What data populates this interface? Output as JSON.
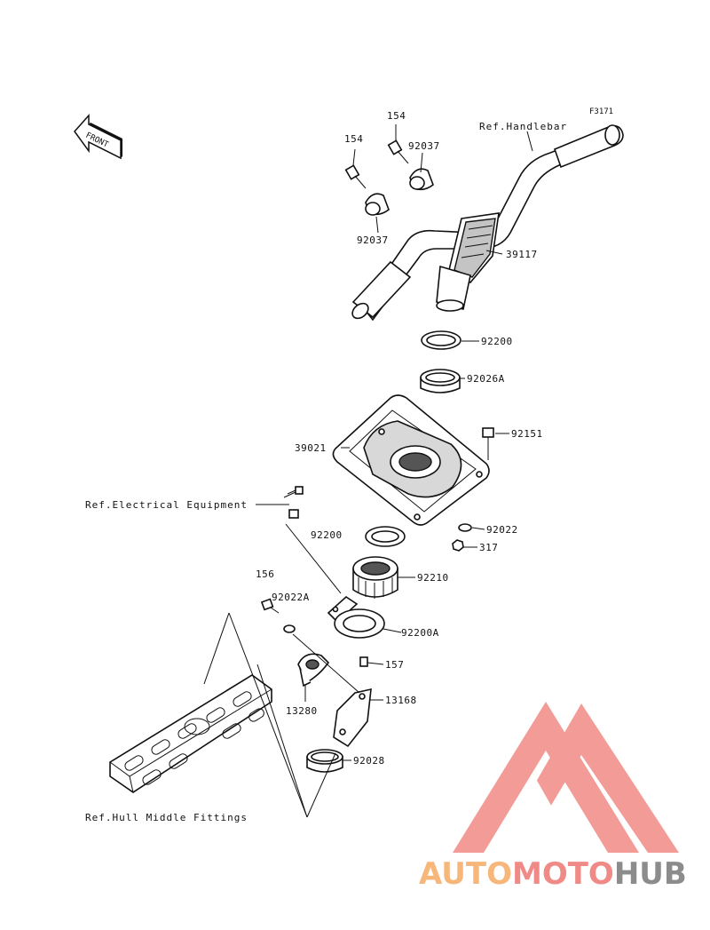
{
  "diagram": {
    "code": "F3171",
    "front_label": "FRONT",
    "references": {
      "handlebar": "Ref.Handlebar",
      "electrical": "Ref.Electrical Equipment",
      "hull": "Ref.Hull Middle Fittings"
    },
    "parts": {
      "p154a": "154",
      "p154b": "154",
      "p92037a": "92037",
      "p92037b": "92037",
      "p39117": "39117",
      "p92200a": "92200",
      "p92026a": "92026A",
      "p39021": "39021",
      "p92151": "92151",
      "p92022": "92022",
      "p317": "317",
      "p92200b": "92200",
      "p92210": "92210",
      "p156": "156",
      "p92022a": "92022A",
      "p92200aa": "92200A",
      "p157": "157",
      "p13280": "13280",
      "p13168": "13168",
      "p92028": "92028"
    }
  },
  "watermark": {
    "part1": "AUTO",
    "part2": "MOTO",
    "part3": "HUB",
    "colors": {
      "orange": "#f7b67a",
      "red": "#f08a86",
      "gray": "#8c8c8c"
    }
  }
}
